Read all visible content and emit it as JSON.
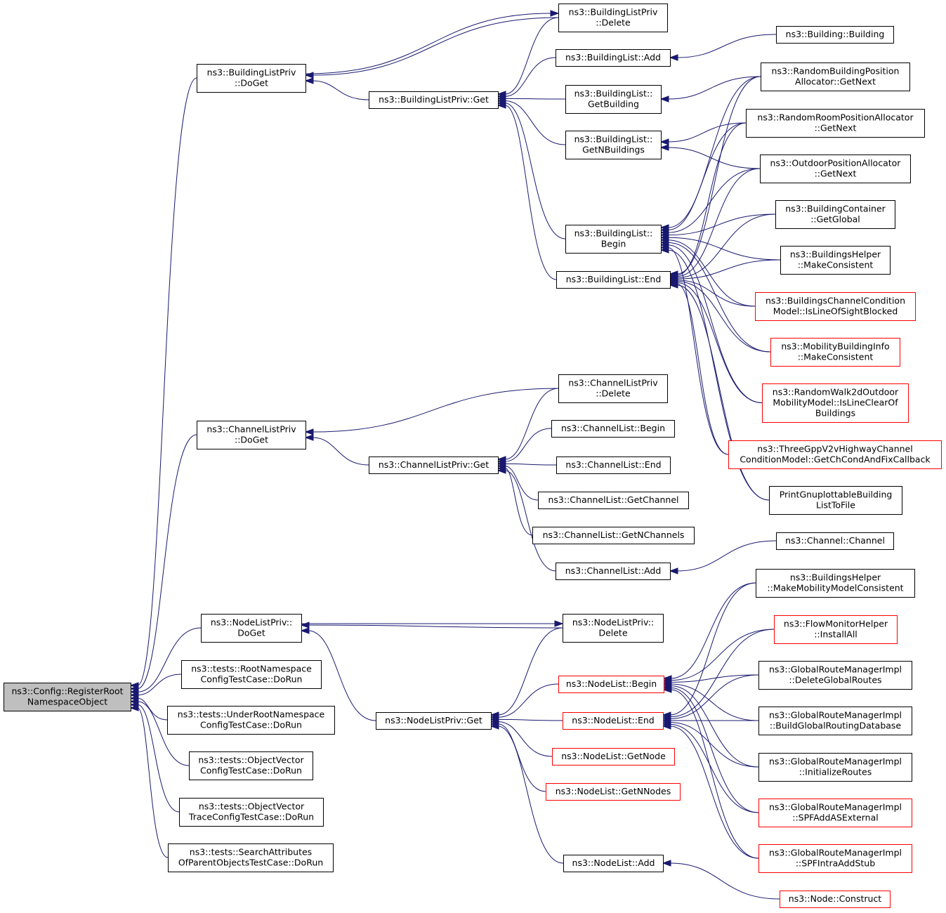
{
  "diagram": {
    "nodes": [
      {
        "id": "root",
        "lines": [
          "ns3::Config::RegisterRoot",
          "NamespaceObject"
        ],
        "style": "gray"
      },
      {
        "id": "blpDoGet",
        "lines": [
          "ns3::BuildingListPriv",
          "::DoGet"
        ],
        "style": "black"
      },
      {
        "id": "clpDoGet",
        "lines": [
          "ns3::ChannelListPriv",
          "::DoGet"
        ],
        "style": "black"
      },
      {
        "id": "nlpDoGet",
        "lines": [
          "ns3::NodeListPriv::",
          "DoGet"
        ],
        "style": "black"
      },
      {
        "id": "rootNsTest",
        "lines": [
          "ns3::tests::RootNamespace",
          "ConfigTestCase::DoRun"
        ],
        "style": "black"
      },
      {
        "id": "underRootTest",
        "lines": [
          "ns3::tests::UnderRootNamespace",
          "ConfigTestCase::DoRun"
        ],
        "style": "black"
      },
      {
        "id": "objVecCfg",
        "lines": [
          "ns3::tests::ObjectVector",
          "ConfigTestCase::DoRun"
        ],
        "style": "black"
      },
      {
        "id": "objVecTrace",
        "lines": [
          "ns3::tests::ObjectVector",
          "TraceConfigTestCase::DoRun"
        ],
        "style": "black"
      },
      {
        "id": "searchAttr",
        "lines": [
          "ns3::tests::SearchAttributes",
          "OfParentObjectsTestCase::DoRun"
        ],
        "style": "black"
      },
      {
        "id": "blpGet",
        "lines": [
          "ns3::BuildingListPriv::Get"
        ],
        "style": "black"
      },
      {
        "id": "clpGet",
        "lines": [
          "ns3::ChannelListPriv::Get"
        ],
        "style": "black"
      },
      {
        "id": "nlpGet",
        "lines": [
          "ns3::NodeListPriv::Get"
        ],
        "style": "black"
      },
      {
        "id": "blpDelete",
        "lines": [
          "ns3::BuildingListPriv",
          "::Delete"
        ],
        "style": "black"
      },
      {
        "id": "blAdd",
        "lines": [
          "ns3::BuildingList::Add"
        ],
        "style": "black"
      },
      {
        "id": "blGetBuilding",
        "lines": [
          "ns3::BuildingList::",
          "GetBuilding"
        ],
        "style": "black"
      },
      {
        "id": "blGetN",
        "lines": [
          "ns3::BuildingList::",
          "GetNBuildings"
        ],
        "style": "black"
      },
      {
        "id": "blBegin",
        "lines": [
          "ns3::BuildingList::",
          "Begin"
        ],
        "style": "black"
      },
      {
        "id": "blEnd",
        "lines": [
          "ns3::BuildingList::End"
        ],
        "style": "black"
      },
      {
        "id": "clpDelete",
        "lines": [
          "ns3::ChannelListPriv",
          "::Delete"
        ],
        "style": "black"
      },
      {
        "id": "clBegin",
        "lines": [
          "ns3::ChannelList::Begin"
        ],
        "style": "black"
      },
      {
        "id": "clEnd",
        "lines": [
          "ns3::ChannelList::End"
        ],
        "style": "black"
      },
      {
        "id": "clGetChannel",
        "lines": [
          "ns3::ChannelList::GetChannel"
        ],
        "style": "black"
      },
      {
        "id": "clGetN",
        "lines": [
          "ns3::ChannelList::GetNChannels"
        ],
        "style": "black"
      },
      {
        "id": "clAdd",
        "lines": [
          "ns3::ChannelList::Add"
        ],
        "style": "black"
      },
      {
        "id": "nlpDelete",
        "lines": [
          "ns3::NodeListPriv::",
          "Delete"
        ],
        "style": "black"
      },
      {
        "id": "nlBegin",
        "lines": [
          "ns3::NodeList::Begin"
        ],
        "style": "red"
      },
      {
        "id": "nlEnd",
        "lines": [
          "ns3::NodeList::End"
        ],
        "style": "red"
      },
      {
        "id": "nlGetNode",
        "lines": [
          "ns3::NodeList::GetNode"
        ],
        "style": "red"
      },
      {
        "id": "nlGetN",
        "lines": [
          "ns3::NodeList::GetNNodes"
        ],
        "style": "red"
      },
      {
        "id": "nlAdd",
        "lines": [
          "ns3::NodeList::Add"
        ],
        "style": "black"
      },
      {
        "id": "building",
        "lines": [
          "ns3::Building::Building"
        ],
        "style": "black"
      },
      {
        "id": "rbpa",
        "lines": [
          "ns3::RandomBuildingPosition",
          "Allocator::GetNext"
        ],
        "style": "black"
      },
      {
        "id": "rrpa",
        "lines": [
          "ns3::RandomRoomPositionAllocator",
          "::GetNext"
        ],
        "style": "black"
      },
      {
        "id": "opa",
        "lines": [
          "ns3::OutdoorPositionAllocator",
          "::GetNext"
        ],
        "style": "black"
      },
      {
        "id": "bcGlobal",
        "lines": [
          "ns3::BuildingContainer",
          "::GetGlobal"
        ],
        "style": "black"
      },
      {
        "id": "bhMake",
        "lines": [
          "ns3::BuildingsHelper",
          "::MakeConsistent"
        ],
        "style": "black"
      },
      {
        "id": "bccm",
        "lines": [
          "ns3::BuildingsChannelCondition",
          "Model::IsLineOfSightBlocked"
        ],
        "style": "red"
      },
      {
        "id": "mbi",
        "lines": [
          "ns3::MobilityBuildingInfo",
          "::MakeConsistent"
        ],
        "style": "red"
      },
      {
        "id": "rw2d",
        "lines": [
          "ns3::RandomWalk2dOutdoor",
          "MobilityModel::IsLineClearOf",
          "Buildings"
        ],
        "style": "red"
      },
      {
        "id": "tgpp",
        "lines": [
          "ns3::ThreeGppV2vHighwayChannel",
          "ConditionModel::GetChCondAndFixCallback"
        ],
        "style": "red"
      },
      {
        "id": "pgbl",
        "lines": [
          "PrintGnuplottableBuilding",
          "ListToFile"
        ],
        "style": "black"
      },
      {
        "id": "channel",
        "lines": [
          "ns3::Channel::Channel"
        ],
        "style": "black"
      },
      {
        "id": "bhMobility",
        "lines": [
          "ns3::BuildingsHelper",
          "::MakeMobilityModelConsistent"
        ],
        "style": "black"
      },
      {
        "id": "fmh",
        "lines": [
          "ns3::FlowMonitorHelper",
          "::InstallAll"
        ],
        "style": "red"
      },
      {
        "id": "grmDelete",
        "lines": [
          "ns3::GlobalRouteManagerImpl",
          "::DeleteGlobalRoutes"
        ],
        "style": "black"
      },
      {
        "id": "grmBuild",
        "lines": [
          "ns3::GlobalRouteManagerImpl",
          "::BuildGlobalRoutingDatabase"
        ],
        "style": "black"
      },
      {
        "id": "grmInit",
        "lines": [
          "ns3::GlobalRouteManagerImpl",
          "::InitializeRoutes"
        ],
        "style": "black"
      },
      {
        "id": "grmSPFAS",
        "lines": [
          "ns3::GlobalRouteManagerImpl",
          "::SPFAddASExternal"
        ],
        "style": "red"
      },
      {
        "id": "grmSPFIntra",
        "lines": [
          "ns3::GlobalRouteManagerImpl",
          "::SPFIntraAddStub"
        ],
        "style": "red"
      },
      {
        "id": "nodeConstruct",
        "lines": [
          "ns3::Node::Construct"
        ],
        "style": "red"
      }
    ],
    "edges": [
      [
        "blpDoGet",
        "root"
      ],
      [
        "clpDoGet",
        "root"
      ],
      [
        "nlpDoGet",
        "root"
      ],
      [
        "rootNsTest",
        "root"
      ],
      [
        "underRootTest",
        "root"
      ],
      [
        "objVecCfg",
        "root"
      ],
      [
        "objVecTrace",
        "root"
      ],
      [
        "searchAttr",
        "root"
      ],
      [
        "blpDelete",
        "blpDoGet"
      ],
      [
        "blpGet",
        "blpDoGet"
      ],
      [
        "blpDoGet",
        "blpDelete"
      ],
      [
        "blpDelete",
        "blpGet"
      ],
      [
        "blAdd",
        "blpGet"
      ],
      [
        "blGetBuilding",
        "blpGet"
      ],
      [
        "blGetN",
        "blpGet"
      ],
      [
        "blBegin",
        "blpGet"
      ],
      [
        "blEnd",
        "blpGet"
      ],
      [
        "building",
        "blAdd"
      ],
      [
        "rbpa",
        "blGetBuilding"
      ],
      [
        "rrpa",
        "blGetN"
      ],
      [
        "opa",
        "blGetN"
      ],
      [
        "rbpa",
        "blBegin"
      ],
      [
        "rrpa",
        "blBegin"
      ],
      [
        "opa",
        "blBegin"
      ],
      [
        "bcGlobal",
        "blBegin"
      ],
      [
        "bhMake",
        "blBegin"
      ],
      [
        "bccm",
        "blBegin"
      ],
      [
        "mbi",
        "blBegin"
      ],
      [
        "rw2d",
        "blBegin"
      ],
      [
        "tgpp",
        "blBegin"
      ],
      [
        "pgbl",
        "blBegin"
      ],
      [
        "rbpa",
        "blEnd"
      ],
      [
        "rrpa",
        "blEnd"
      ],
      [
        "opa",
        "blEnd"
      ],
      [
        "bcGlobal",
        "blEnd"
      ],
      [
        "bhMake",
        "blEnd"
      ],
      [
        "bccm",
        "blEnd"
      ],
      [
        "mbi",
        "blEnd"
      ],
      [
        "rw2d",
        "blEnd"
      ],
      [
        "tgpp",
        "blEnd"
      ],
      [
        "pgbl",
        "blEnd"
      ],
      [
        "clpDelete",
        "clpDoGet"
      ],
      [
        "clpGet",
        "clpDoGet"
      ],
      [
        "clpDelete",
        "clpGet"
      ],
      [
        "clBegin",
        "clpGet"
      ],
      [
        "clEnd",
        "clpGet"
      ],
      [
        "clGetChannel",
        "clpGet"
      ],
      [
        "clGetN",
        "clpGet"
      ],
      [
        "clAdd",
        "clpGet"
      ],
      [
        "channel",
        "clAdd"
      ],
      [
        "nlpDelete",
        "nlpDoGet"
      ],
      [
        "nlpGet",
        "nlpDoGet"
      ],
      [
        "nlpDoGet",
        "nlpDelete"
      ],
      [
        "nlpDelete",
        "nlpGet"
      ],
      [
        "nlBegin",
        "nlpGet"
      ],
      [
        "nlEnd",
        "nlpGet"
      ],
      [
        "nlGetNode",
        "nlpGet"
      ],
      [
        "nlGetN",
        "nlpGet"
      ],
      [
        "nlAdd",
        "nlpGet"
      ],
      [
        "bhMobility",
        "nlBegin"
      ],
      [
        "fmh",
        "nlBegin"
      ],
      [
        "grmDelete",
        "nlBegin"
      ],
      [
        "grmBuild",
        "nlBegin"
      ],
      [
        "grmInit",
        "nlBegin"
      ],
      [
        "grmSPFAS",
        "nlBegin"
      ],
      [
        "grmSPFIntra",
        "nlBegin"
      ],
      [
        "bhMobility",
        "nlEnd"
      ],
      [
        "fmh",
        "nlEnd"
      ],
      [
        "grmDelete",
        "nlEnd"
      ],
      [
        "grmBuild",
        "nlEnd"
      ],
      [
        "grmInit",
        "nlEnd"
      ],
      [
        "grmSPFAS",
        "nlEnd"
      ],
      [
        "grmSPFIntra",
        "nlEnd"
      ],
      [
        "nodeConstruct",
        "nlAdd"
      ]
    ]
  },
  "colors": {
    "edge": "#191970",
    "nodeBorder": "#000000",
    "nodeBorderRed": "#ff0000",
    "focusFill": "#bfbfbf"
  }
}
